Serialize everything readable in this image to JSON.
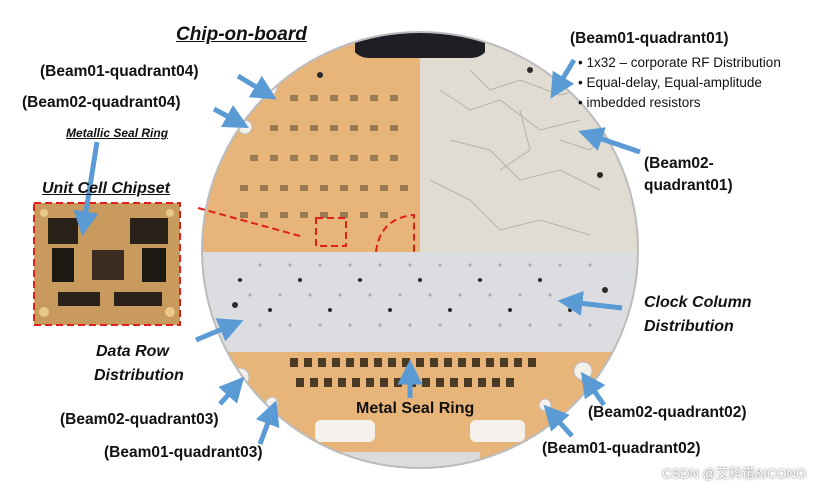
{
  "title": "Chip-on-board",
  "labels": {
    "beam01_q04": "(Beam01-quadrant04)",
    "beam02_q04": "(Beam02-quadrant04)",
    "metallic_seal_ring": "Metallic Seal Ring",
    "unit_cell_chipset": "Unit Cell Chipset",
    "beam01_q01": "(Beam01-quadrant01)",
    "beam02_q01_line1": "(Beam02-",
    "beam02_q01_line2": "quadrant01)",
    "clock_col_line1": "Clock Column",
    "clock_col_line2": "Distribution",
    "data_row_line1": "Data Row",
    "data_row_line2": "Distribution",
    "metal_seal_ring": "Metal Seal Ring",
    "beam02_q03": "(Beam02-quadrant03)",
    "beam01_q03": "(Beam01-quadrant03)",
    "beam02_q02": "(Beam02-quadrant02)",
    "beam01_q02": "(Beam01-quadrant02)"
  },
  "bullets": [
    "1x32 – corporate RF Distribution",
    "Equal-delay, Equal-amplitude",
    "imbedded resistors"
  ],
  "watermark": "CSDN @艾科诺&ICONO",
  "colors": {
    "gold": "#e7b47a",
    "substrate": "#e2ddd4",
    "arrow": "#5a9bd5",
    "red_dash": "#e0201b"
  }
}
